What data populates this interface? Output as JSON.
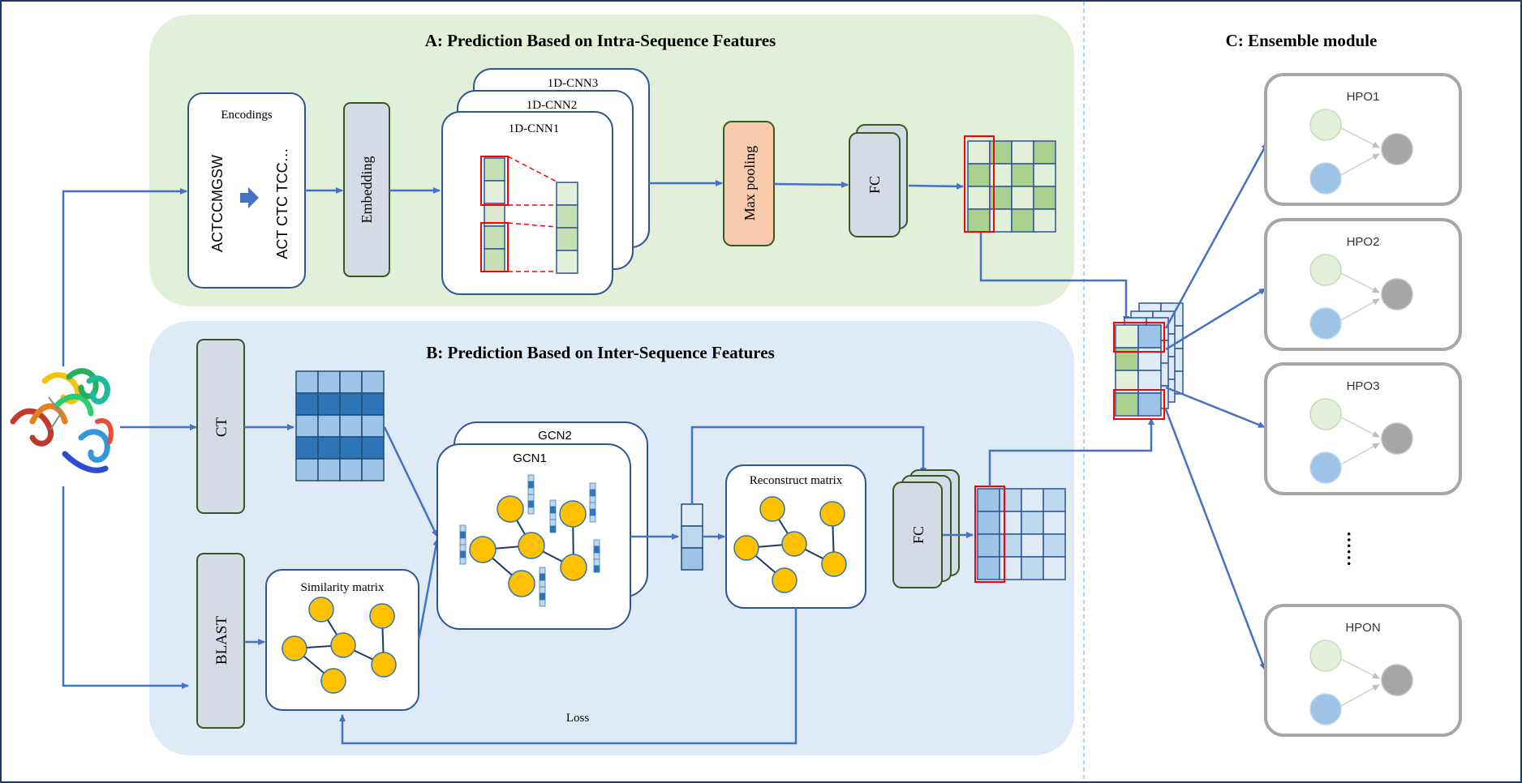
{
  "sections": {
    "a_title": "A: Prediction Based on Intra-Sequence Features",
    "b_title": "B: Prediction Based on Inter-Sequence Features",
    "c_title": "C: Ensemble module"
  },
  "branch_a": {
    "encodings_label": "Encodings",
    "sequence_text": "ACTCCMGSW",
    "kmer_text": "ACT  CTC  TCC…",
    "embedding_label": "Embedding",
    "cnn_labels": [
      "1D-CNN3",
      "1D-CNN2",
      "1D-CNN1"
    ],
    "maxpool_label": "Max pooling",
    "fc_label": "FC"
  },
  "branch_b": {
    "ct_label": "CT",
    "blast_label": "BLAST",
    "similarity_label": "Similarity matrix",
    "gcn_labels": [
      "GCN2",
      "GCN1"
    ],
    "reconstruct_label": "Reconstruct  matrix",
    "fc_label": "FC",
    "loss_label": "Loss"
  },
  "ensemble": {
    "hpo_labels": [
      "HPO1",
      "HPO2",
      "HPO3",
      "HPON"
    ],
    "ellipsis": "······"
  },
  "colors": {
    "arrow": "#4472c4",
    "panel_a": "#e2efd9",
    "panel_b": "#deebf6",
    "gray_box": "#d5dbe4",
    "dark_green_border": "#385723",
    "peach": "#f8cbad",
    "node_yellow": "#ffc000",
    "node_border": "#2e75b6",
    "light_blue": "#9dc3e6",
    "dark_blue": "#2e75b6",
    "light_green": "#a9d08e",
    "red": "#ff0000",
    "hpo_border": "#a6a6a6"
  }
}
